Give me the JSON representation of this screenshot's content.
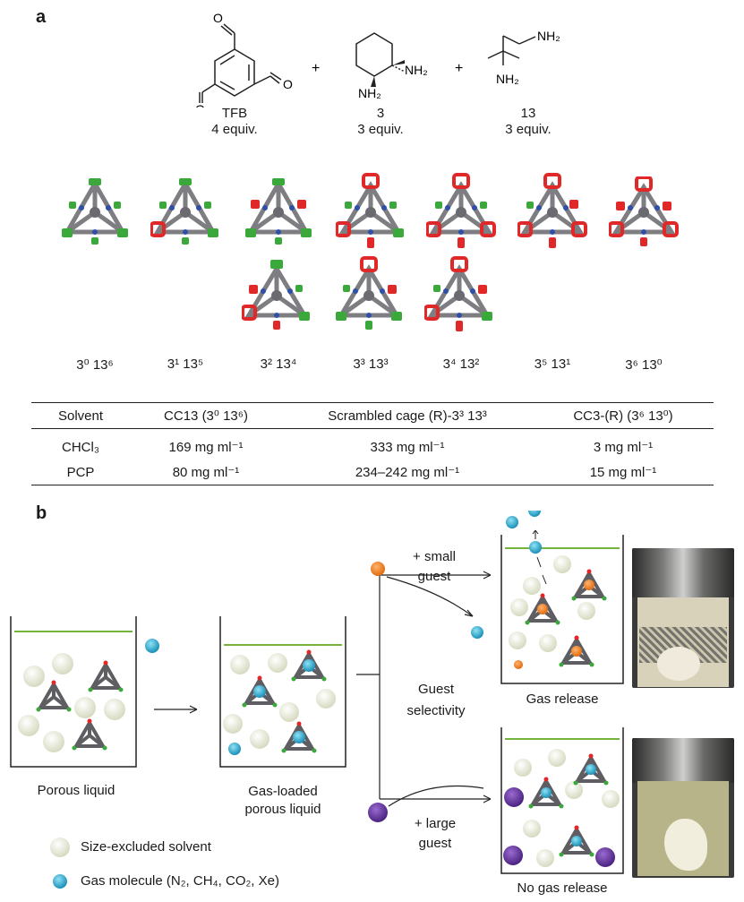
{
  "panel_a": {
    "letter": "a",
    "reagents": [
      {
        "name": "TFB",
        "equiv": "4 equiv."
      },
      {
        "name": "3",
        "equiv": "3 equiv."
      },
      {
        "name": "13",
        "equiv": "3 equiv."
      }
    ],
    "plus": "+",
    "nh2": "NH₂",
    "o": "O",
    "cages": [
      "3⁰ 13⁶",
      "3¹ 13⁵",
      "3² 13⁴",
      "3³ 13³",
      "3⁴ 13²",
      "3⁵ 13¹",
      "3⁶ 13⁰"
    ],
    "cage_colors": {
      "frame": "#7d7d82",
      "nitrogen": "#2f4fa8",
      "green": "#3aa83a",
      "red": "#e02828"
    }
  },
  "table": {
    "headers": [
      "Solvent",
      "CC13 (3⁰ 13⁶)",
      "Scrambled cage (R)-3³ 13³",
      "CC3-(R) (3⁶ 13⁰)"
    ],
    "rows": [
      [
        "CHCl₃",
        "169 mg ml⁻¹",
        "333 mg ml⁻¹",
        "3 mg ml⁻¹"
      ],
      [
        "PCP",
        "80 mg ml⁻¹",
        "234–242 mg ml⁻¹",
        "15 mg ml⁻¹"
      ]
    ]
  },
  "panel_b": {
    "letter": "b",
    "porous_liquid": "Porous liquid",
    "gas_loaded_1": "Gas-loaded",
    "gas_loaded_2": "porous liquid",
    "guest_1": "Guest",
    "guest_2": "selectivity",
    "small_guest_1": "+ small",
    "small_guest_2": "guest",
    "large_guest_1": "+ large",
    "large_guest_2": "guest",
    "gas_release": "Gas release",
    "no_gas_release": "No gas release",
    "legend": [
      {
        "label": "Size-excluded solvent"
      },
      {
        "label": "Gas molecule (N₂, CH₄, CO₂, Xe)"
      }
    ],
    "colors": {
      "solvent": "#eef0df",
      "gas": "#29a9cf",
      "small_guest": "#f07d1a",
      "large_guest": "#6a3aa0",
      "liquid_line": "#74b43c"
    }
  }
}
